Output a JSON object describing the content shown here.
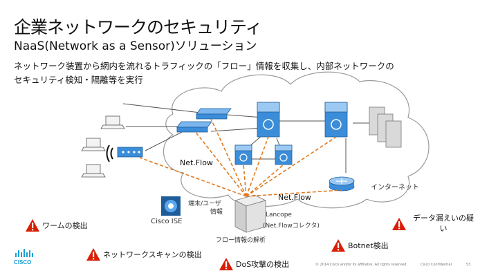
{
  "slide": {
    "title": "企業ネットワークのセキュリティ",
    "subtitle": "NaaS(Network as a Sensor)ソリューション",
    "description_line1": "ネットワーク装置から網内を流れるトラフィックの「フロー」情報を収集し、内部ネットワークの",
    "description_line2": "セキュリティ検知・隔離等を実行"
  },
  "diagram": {
    "netflow_label_1": "Net.Flow",
    "netflow_label_2": "Net.Flow",
    "internet_label": "インターネット",
    "terminal_user_label": "端末/ユーザ",
    "terminal_user_label_2": "情報",
    "ise_label": "Cisco ISE",
    "lancope_label": "Lancope",
    "lancope_label_2": "(Net.Flowコレクタ)",
    "flow_analysis_label": "フロー情報の解析"
  },
  "warnings": {
    "worm": "ワームの検出",
    "network_scan": "ネットワークスキャンの検出",
    "dos": "DoS攻撃の検出",
    "botnet": "Botnet検出",
    "data_leak": "データ漏えいの疑",
    "data_leak_2": "い"
  },
  "footer": {
    "copyright": "© 2014 Cisco and/or its affiliates. All rights reserved.",
    "confidential": "Cisco Confidential",
    "page": "53"
  },
  "colors": {
    "device_blue": "#3c8dd9",
    "dash_orange": "#e07a1f",
    "warning_red": "#d81e05",
    "cloud_stroke": "#9a9a9a"
  },
  "icons": [
    "laptop-icon",
    "wireless-signal-icon",
    "access-point-icon",
    "switch-icon",
    "router-icon",
    "core-switch-icon",
    "server-icon",
    "ise-icon",
    "warning-icon",
    "cisco-logo"
  ]
}
